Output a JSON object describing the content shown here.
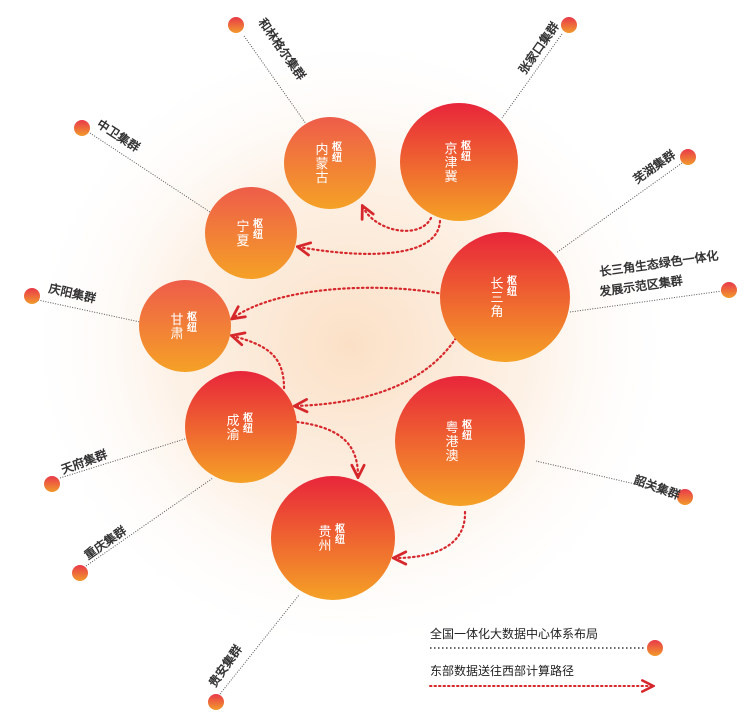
{
  "colors": {
    "hub_top": "#e8253b",
    "hub_bottom": "#f5a126",
    "hub_light_top": "#ee5c4a",
    "dot_top": "#e8394a",
    "dot_bottom": "#f29a2c",
    "leader": "#555555",
    "arrow": "#d6282c",
    "glow": "#fbe3cc"
  },
  "hubs": [
    {
      "id": "neimenggu",
      "name_lines": [
        "内",
        "蒙",
        "古"
      ],
      "tag_lines": [
        "枢",
        "纽"
      ]
    },
    {
      "id": "jingjinji",
      "name_lines": [
        "京",
        "津",
        "冀"
      ],
      "tag_lines": [
        "枢",
        "纽"
      ]
    },
    {
      "id": "ningxia",
      "name_lines": [
        "宁",
        "夏"
      ],
      "tag_lines": [
        "枢",
        "纽"
      ]
    },
    {
      "id": "changsanjiao",
      "name_lines": [
        "长",
        "三",
        "角"
      ],
      "tag_lines": [
        "枢",
        "纽"
      ]
    },
    {
      "id": "gansu",
      "name_lines": [
        "甘",
        "肃"
      ],
      "tag_lines": [
        "枢",
        "纽"
      ]
    },
    {
      "id": "chengyu",
      "name_lines": [
        "成",
        "渝"
      ],
      "tag_lines": [
        "枢",
        "纽"
      ]
    },
    {
      "id": "yuegangao",
      "name_lines": [
        "粤",
        "港",
        "澳"
      ],
      "tag_lines": [
        "枢",
        "纽"
      ]
    },
    {
      "id": "guizhou",
      "name_lines": [
        "贵",
        "州"
      ],
      "tag_lines": [
        "枢",
        "纽"
      ]
    }
  ],
  "clusters": [
    {
      "id": "helingeer",
      "hub": "neimenggu",
      "label_lines": [
        "和林格尔集群"
      ]
    },
    {
      "id": "zhangjiakou",
      "hub": "jingjinji",
      "label_lines": [
        "张家口集群"
      ]
    },
    {
      "id": "zhongwei",
      "hub": "ningxia",
      "label_lines": [
        "中卫集群"
      ]
    },
    {
      "id": "wuhu",
      "hub": "changsanjiao",
      "label_lines": [
        "芜湖集群"
      ]
    },
    {
      "id": "changsanjiao_demo",
      "hub": "changsanjiao",
      "label_lines": [
        "长三角生态绿色一体化",
        "发展示范区集群"
      ]
    },
    {
      "id": "qingyang",
      "hub": "gansu",
      "label_lines": [
        "庆阳集群"
      ]
    },
    {
      "id": "tianfu",
      "hub": "chengyu",
      "label_lines": [
        "天府集群"
      ]
    },
    {
      "id": "chongqing",
      "hub": "chengyu",
      "label_lines": [
        "重庆集群"
      ]
    },
    {
      "id": "shaoguan",
      "hub": "yuegangao",
      "label_lines": [
        "韶关集群"
      ]
    },
    {
      "id": "guian",
      "hub": "guizhou",
      "label_lines": [
        "贵安集群"
      ]
    }
  ],
  "routes": [
    {
      "from": "jingjinji",
      "to": "neimenggu"
    },
    {
      "from": "jingjinji",
      "to": "ningxia"
    },
    {
      "from": "changsanjiao",
      "to": "gansu"
    },
    {
      "from": "changsanjiao",
      "to": "chengyu"
    },
    {
      "from": "chengyu",
      "to": "gansu"
    },
    {
      "from": "chengyu",
      "to": "guizhou"
    },
    {
      "from": "yuegangao",
      "to": "guizhou"
    }
  ],
  "legend": {
    "layout_label": "全国一体化大数据中心体系布局",
    "route_label": "东部数据送往西部计算路径"
  }
}
